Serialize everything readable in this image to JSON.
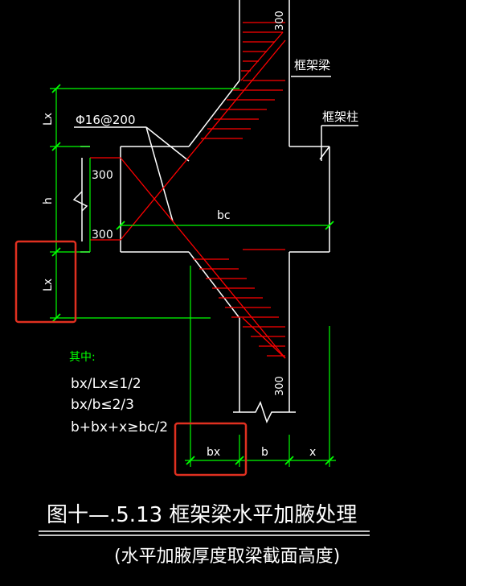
{
  "labels": {
    "frame_beam": "框架梁",
    "frame_column": "框架柱",
    "rebar": "Φ16@200",
    "dim_300_top": "300",
    "dim_300_left_upper": "300",
    "dim_300_left_lower": "300",
    "dim_300_bottom": "300",
    "dim_lx_top": "Lx",
    "dim_h": "h",
    "dim_lx_bottom": "Lx",
    "dim_bc": "bc",
    "dim_bx": "bx",
    "dim_b": "b",
    "dim_x": "x"
  },
  "notes": {
    "heading": "其中:",
    "lines": [
      "bx/Lx≤1/2",
      "bx/b≤2/3",
      "b+bx+x≥bc/2"
    ]
  },
  "caption": {
    "title": "图十—.5.13  框架梁水平加腋处理",
    "subtitle": "(水平加腋厚度取梁截面高度)"
  },
  "colors": {
    "background": "#000000",
    "outline": "#ffffff",
    "rebar": "#ff0000",
    "dimension": "#00ff00",
    "highlight": "#e03020",
    "note_heading": "#00ff00"
  }
}
